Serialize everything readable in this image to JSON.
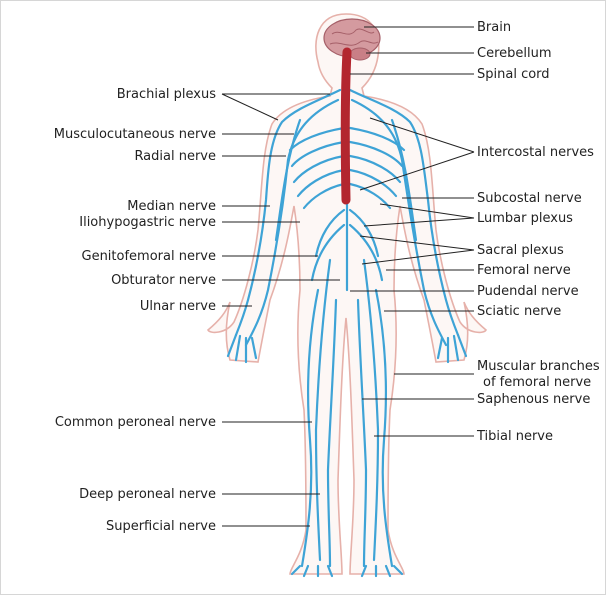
{
  "colors": {
    "nerve": "#3ea3d6",
    "body_outline": "#e6b1aa",
    "body_fill": "#fdf7f5",
    "spinal_cord": "#b3262f",
    "brain": "#d49a9f",
    "label_text": "#222222"
  },
  "labels": {
    "left": {
      "brachial_plexus": "Brachial plexus",
      "musculocutaneous_nerve": "Musculocutaneous nerve",
      "radial_nerve": "Radial nerve",
      "median_nerve": "Median nerve",
      "iliohypogastric_nerve": "Iliohypogastric nerve",
      "genitofemoral_nerve": "Genitofemoral nerve",
      "obturator_nerve": "Obturator nerve",
      "ulnar_nerve": "Ulnar nerve",
      "common_peroneal_nerve": "Common peroneal nerve",
      "deep_peroneal_nerve": "Deep peroneal nerve",
      "superficial_nerve": "Superficial nerve"
    },
    "right": {
      "brain": "Brain",
      "cerebellum": "Cerebellum",
      "spinal_cord": "Spinal cord",
      "intercostal_nerves": "Intercostal nerves",
      "subcostal_nerve": "Subcostal nerve",
      "lumbar_plexus": "Lumbar plexus",
      "sacral_plexus": "Sacral plexus",
      "femoral_nerve": "Femoral nerve",
      "pudendal_nerve": "Pudendal nerve",
      "sciatic_nerve": "Sciatic nerve",
      "muscular_branches_line1": "Muscular branches",
      "muscular_branches_line2": "of femoral nerve",
      "saphenous_nerve": "Saphenous nerve",
      "tibial_nerve": "Tibial nerve"
    }
  }
}
